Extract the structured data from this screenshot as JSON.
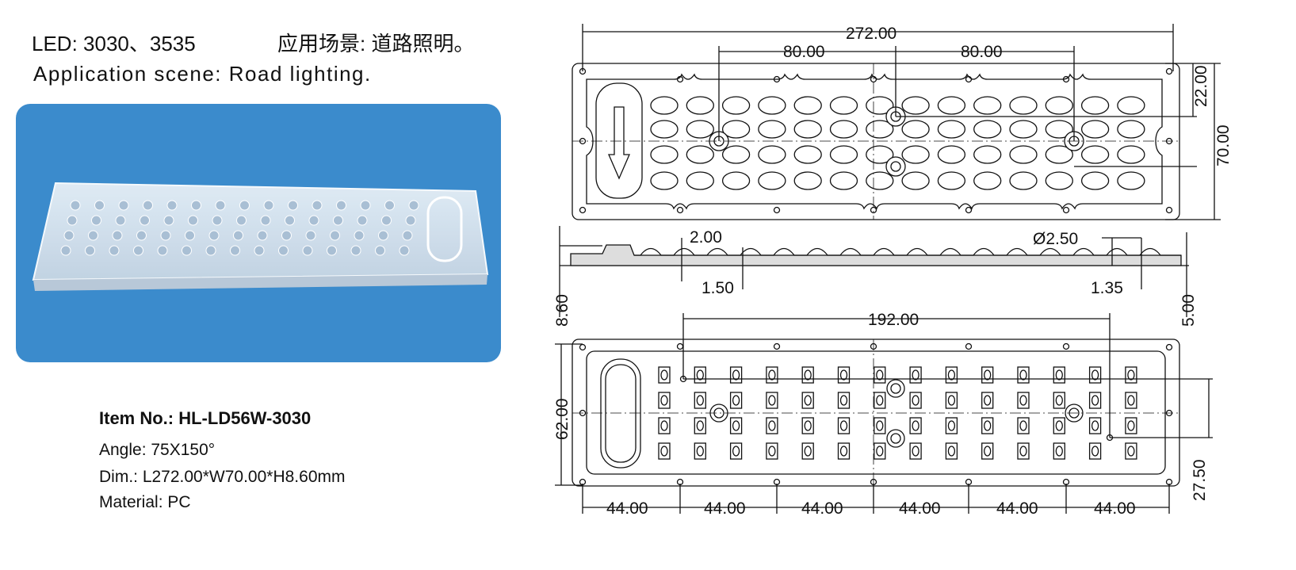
{
  "header": {
    "led": "LED: 3030、3535",
    "scene_cn": "应用场景: 道路照明。",
    "scene_en": "Application scene: Road lighting."
  },
  "specs": {
    "item_no": "Item No.: HL-LD56W-3030",
    "angle": "Angle: 75X150°",
    "dim": "Dim.: L272.00*W70.00*H8.60mm",
    "material": "Material: PC"
  },
  "drawing": {
    "top_view": {
      "length": "272.00",
      "pitch_left": "80.00",
      "pitch_right": "80.00",
      "offset": "22.00",
      "width": "70.00"
    },
    "side_view": {
      "wall": "2.00",
      "base": "1.50",
      "hole": "Ø2.50",
      "edge": "1.35",
      "height": "8.60",
      "lens_height": "5.00"
    },
    "bottom_view": {
      "span": "192.00",
      "inner_width": "62.00",
      "offset": "27.50",
      "hole_pitch": [
        "44.00",
        "44.00",
        "44.00",
        "44.00",
        "44.00",
        "44.00"
      ]
    }
  },
  "colors": {
    "photo_bg": "#3b8bcc",
    "line": "#111111"
  }
}
